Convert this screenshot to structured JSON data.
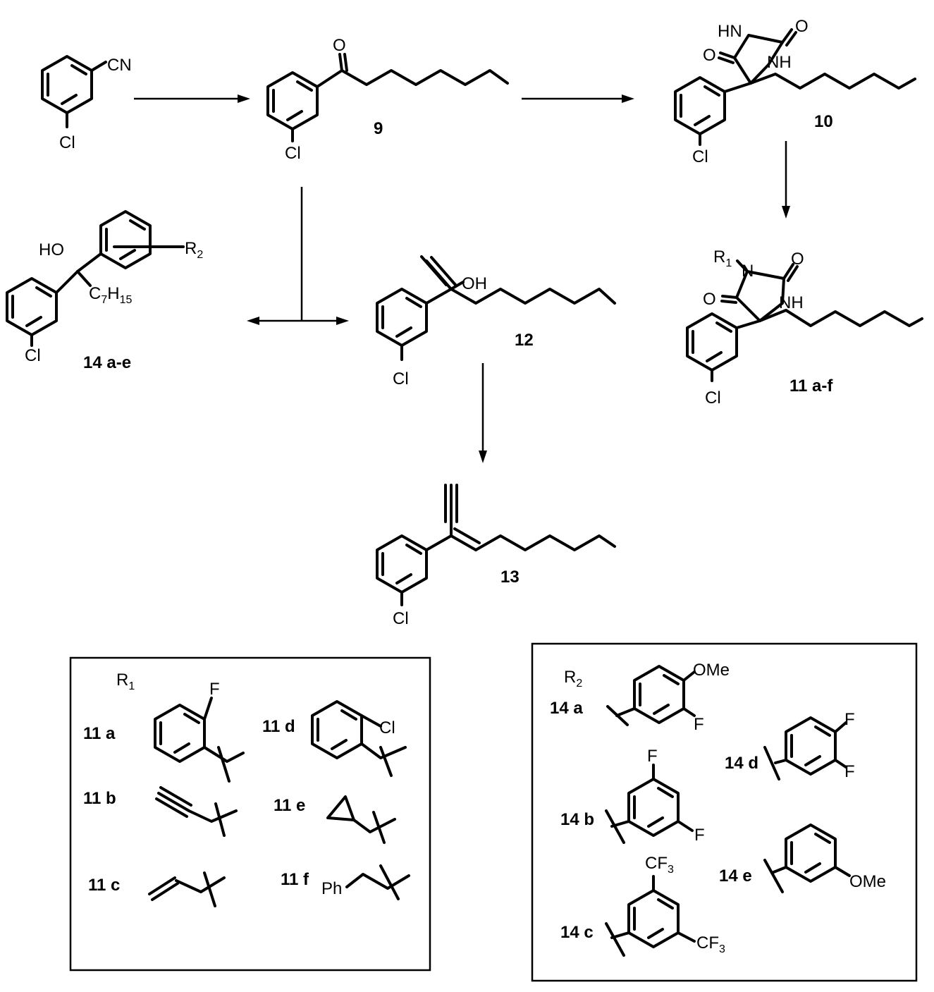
{
  "compounds": {
    "start": {
      "cn": "CN",
      "cl": "Cl"
    },
    "c9": {
      "number": "9",
      "o": "O",
      "cl": "Cl"
    },
    "c10": {
      "number": "10",
      "hn": "HN",
      "nh": "NH",
      "o1": "O",
      "o2": "O",
      "cl": "Cl"
    },
    "c11": {
      "number": "11 a-f",
      "r": "R",
      "r_sub": "1",
      "n": "N",
      "nh": "NH",
      "o1": "O",
      "o2": "O",
      "cl": "Cl"
    },
    "c12": {
      "number": "12",
      "oh": "OH",
      "cl": "Cl"
    },
    "c13": {
      "number": "13",
      "cl": "Cl"
    },
    "c14": {
      "number": "14 a-e",
      "ho": "HO",
      "r": "R",
      "r_sub": "2",
      "c": "C",
      "c_sub1": "7",
      "h": "H",
      "c_sub2": "15",
      "cl": "Cl"
    }
  },
  "box_r1": {
    "header": "R",
    "header_sub": "1",
    "items": [
      {
        "label": "11 a",
        "atom": "F"
      },
      {
        "label": "11 b"
      },
      {
        "label": "11 c"
      },
      {
        "label": "11 d",
        "atom": "Cl"
      },
      {
        "label": "11 e"
      },
      {
        "label": "11 f",
        "atom": "Ph"
      }
    ]
  },
  "box_r2": {
    "header": "R",
    "header_sub": "2",
    "items": [
      {
        "label": "14 a",
        "atom1": "OMe",
        "atom2": "F"
      },
      {
        "label": "14 b",
        "atom1": "F",
        "atom2": "F"
      },
      {
        "label": "14 c",
        "atom1": "CF",
        "atom1_sub": "3",
        "atom2": "CF",
        "atom2_sub": "3"
      },
      {
        "label": "14 d",
        "atom1": "F",
        "atom2": "F"
      },
      {
        "label": "14 e",
        "atom1": "OMe"
      }
    ]
  }
}
